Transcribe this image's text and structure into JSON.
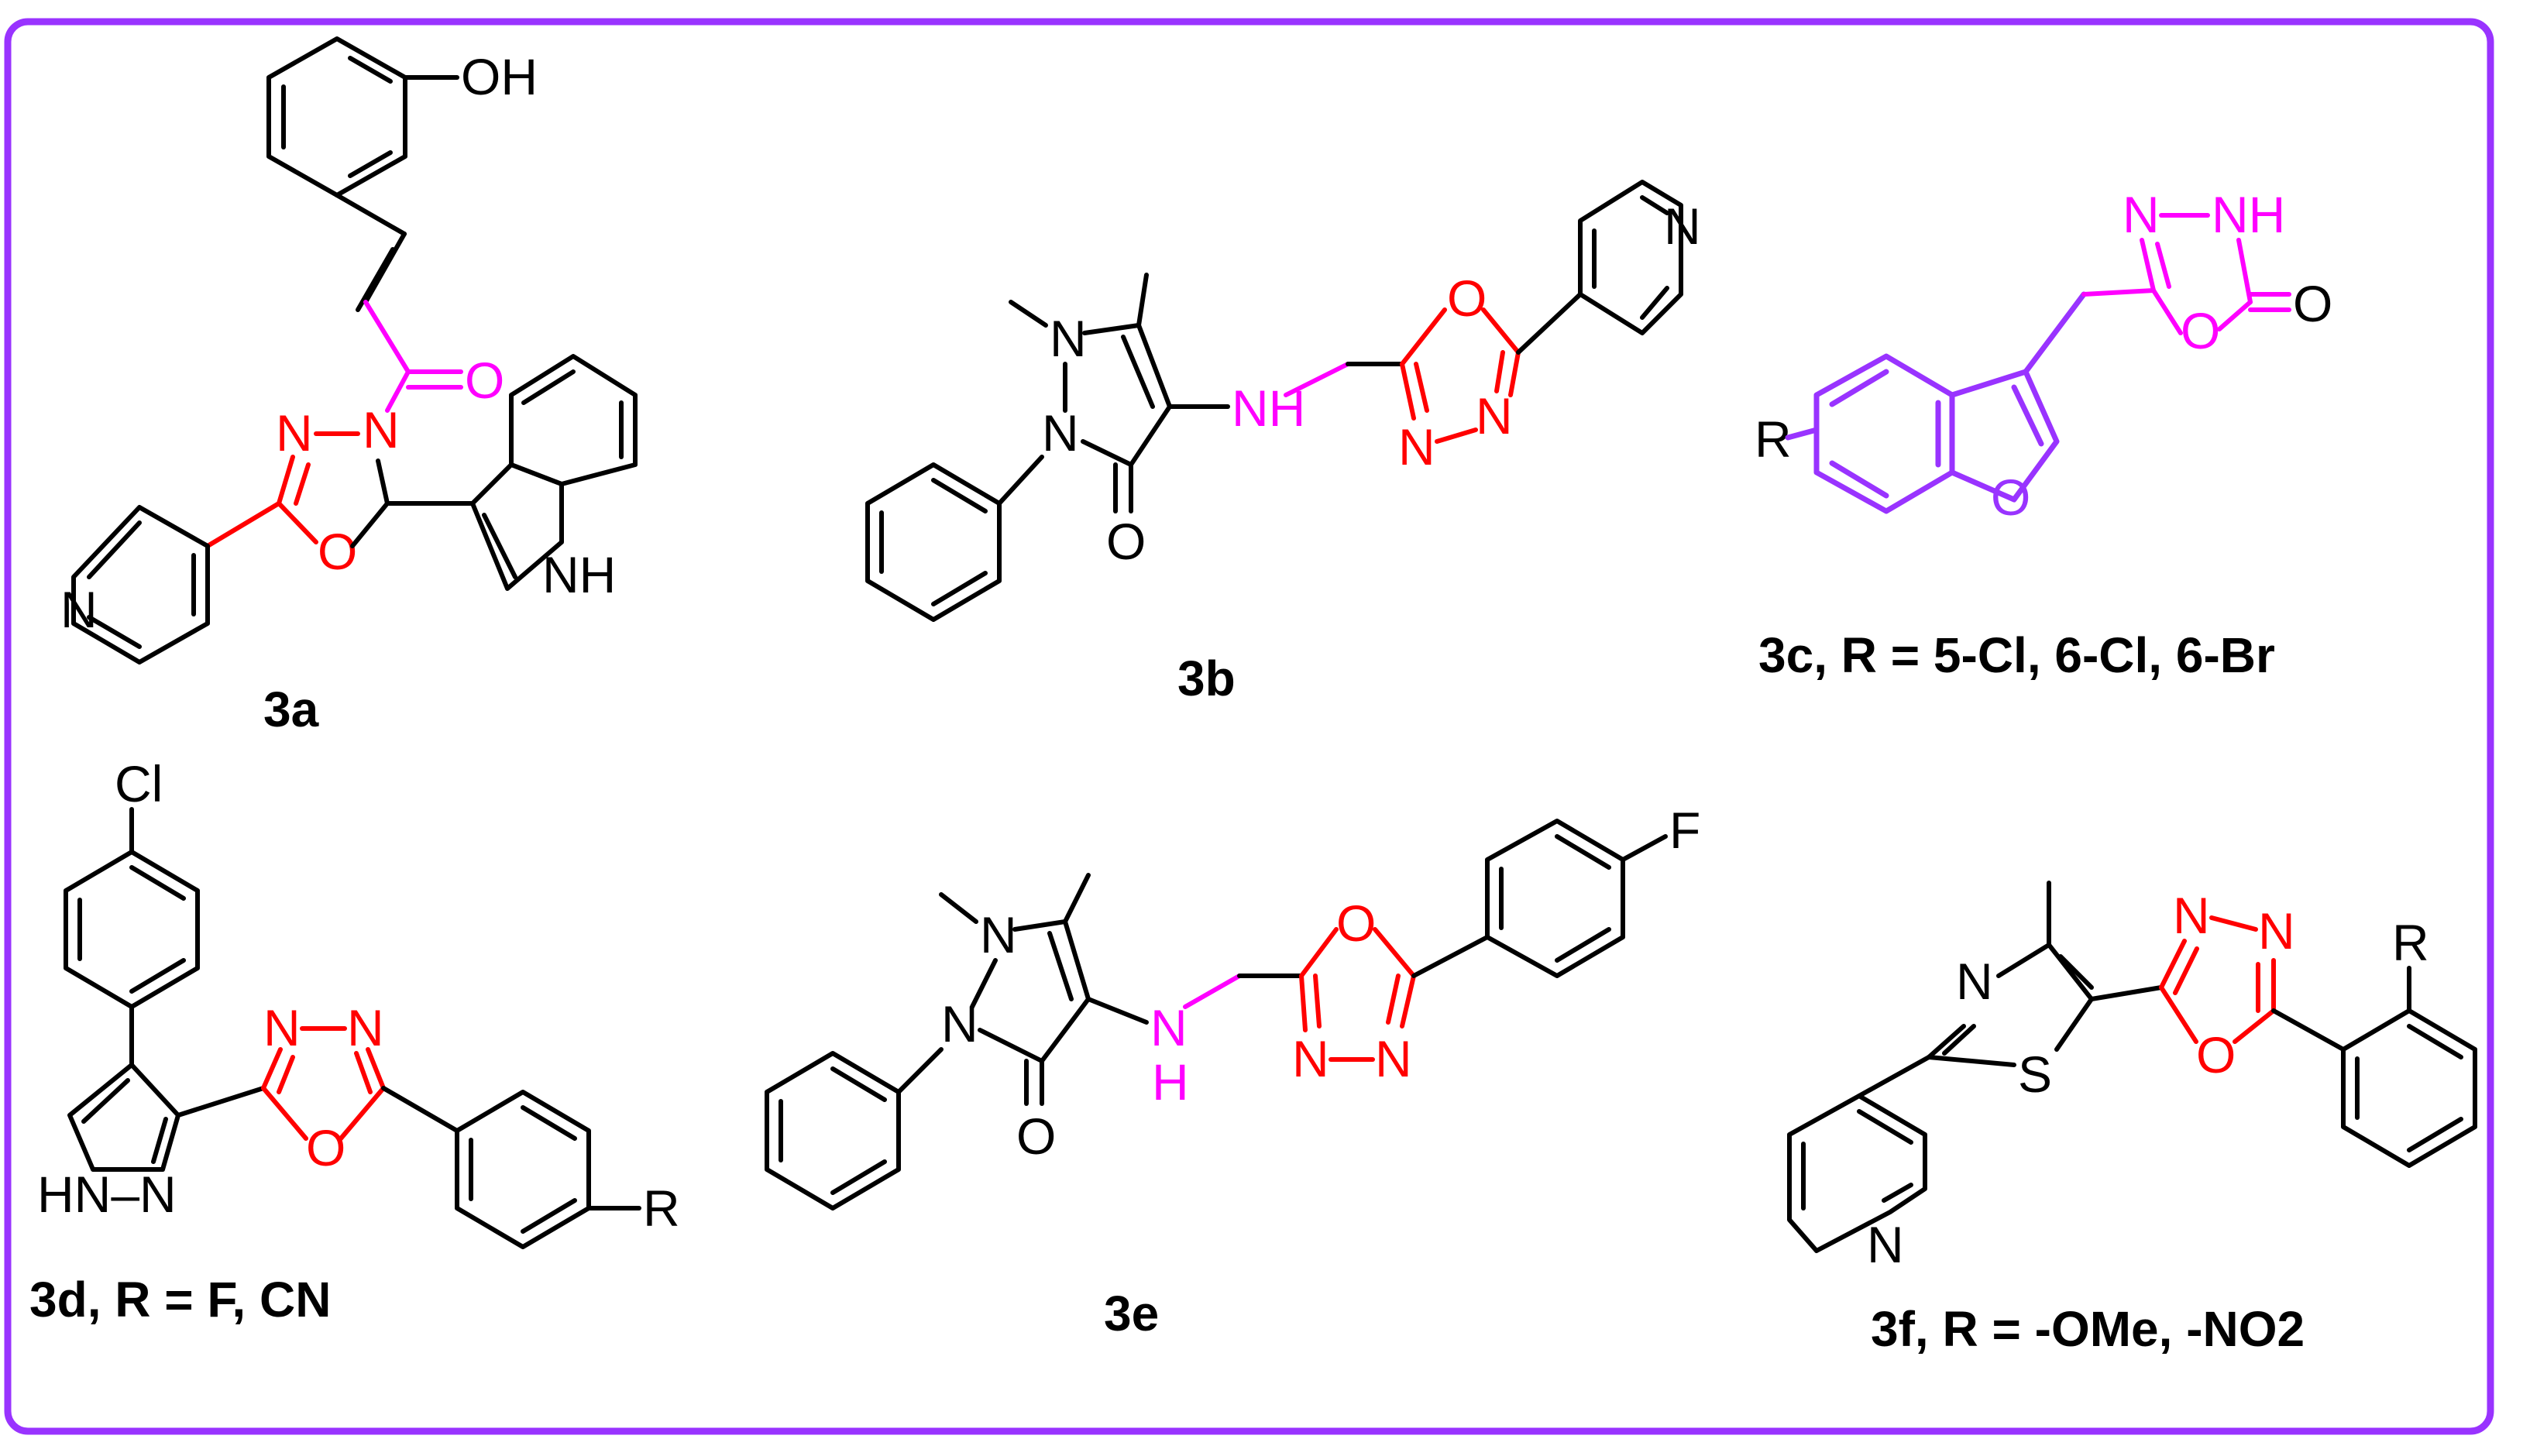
{
  "colors": {
    "frame": "#9933ff",
    "oxadiazole": "#ff0000",
    "linker": "#ff00ff",
    "benzofuran": "#9933ff",
    "skeleton": "#000000"
  },
  "compounds": {
    "c3a": {
      "label": "3a",
      "atoms": {
        "oh": "OH",
        "o_carbonyl": "O",
        "n1": "N",
        "n2": "N",
        "o_ring": "O",
        "n_pyr": "N",
        "nh": "NH"
      }
    },
    "c3b": {
      "label": "3b",
      "atoms": {
        "n_top": "N",
        "n_mid": "N",
        "o_carbonyl": "O",
        "nh": "NH",
        "o_ring": "O",
        "n1": "N",
        "n2": "N",
        "n_pyr": "N"
      }
    },
    "c3c": {
      "label": "3c, R = 5-Cl, 6-Cl, 6-Br",
      "atoms": {
        "n": "N",
        "nh": "NH",
        "o_ring": "O",
        "o_carbonyl": "O",
        "o_furan": "O",
        "r": "R"
      }
    },
    "c3d": {
      "label": "3d, R = F, CN",
      "atoms": {
        "cl": "Cl",
        "hnn": "HN–N",
        "n1": "N",
        "n2": "N",
        "o_ring": "O",
        "r": "R"
      }
    },
    "c3e": {
      "label": "3e",
      "atoms": {
        "n_top": "N",
        "n_mid": "N",
        "o_carbonyl": "O",
        "n_link": "N",
        "h_link": "H",
        "o_ring": "O",
        "n1": "N",
        "n2": "N",
        "f": "F"
      }
    },
    "c3f": {
      "label": "3f, R = -OMe, -NO2",
      "atoms": {
        "n_thz": "N",
        "s": "S",
        "n1": "N",
        "n2": "N",
        "o_ring": "O",
        "r": "R",
        "n_pyr": "N"
      }
    }
  }
}
